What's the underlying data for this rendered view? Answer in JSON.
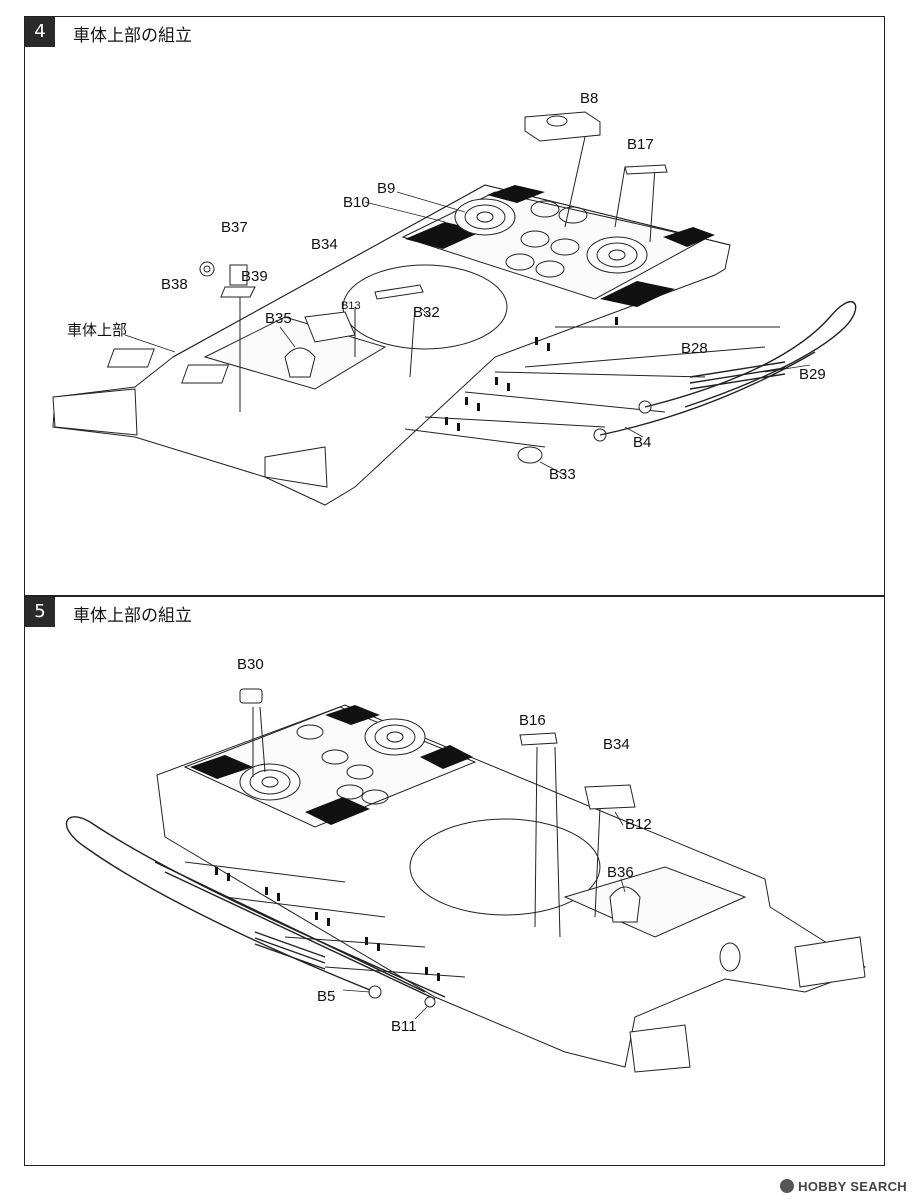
{
  "steps": [
    {
      "number": "4",
      "title": "車体上部の組立",
      "callouts": [
        "B8",
        "B17",
        "B9",
        "B10",
        "B34",
        "B37",
        "B38",
        "B39",
        "B13",
        "B32",
        "B35",
        "車体上部",
        "B28",
        "B29",
        "B4",
        "B33"
      ]
    },
    {
      "number": "5",
      "title": "車体上部の組立",
      "callouts": [
        "B30",
        "B16",
        "B34",
        "B12",
        "B36",
        "B5",
        "B11"
      ]
    }
  ],
  "watermark": {
    "text": "HOBBY SEARCH",
    "logo": "hobbysearch-logo-icon"
  }
}
